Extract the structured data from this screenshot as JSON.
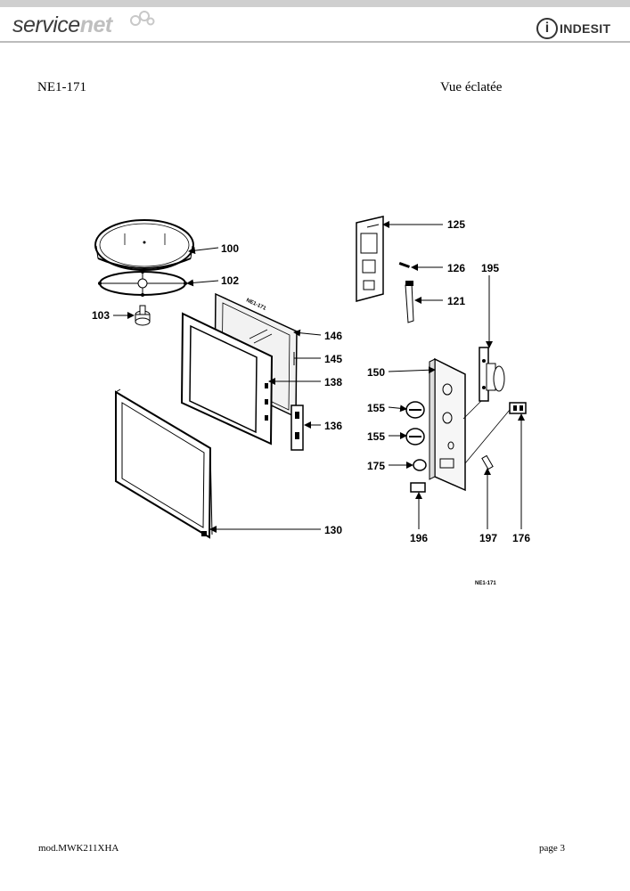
{
  "header": {
    "brand_left_a": "service",
    "brand_left_b": "net",
    "brand_right": "INDESIT"
  },
  "document": {
    "code": "NE1-171",
    "title": "Vue éclatée"
  },
  "diagram": {
    "parts": [
      "100",
      "102",
      "103",
      "146",
      "145",
      "138",
      "136",
      "130",
      "125",
      "126",
      "195",
      "121",
      "150",
      "155",
      "155",
      "175",
      "196",
      "197",
      "176"
    ],
    "door_label": "NE1-171",
    "ref_label": "NE1-171"
  },
  "footer": {
    "model": "mod.MWK211XHA",
    "page": "page 3"
  }
}
